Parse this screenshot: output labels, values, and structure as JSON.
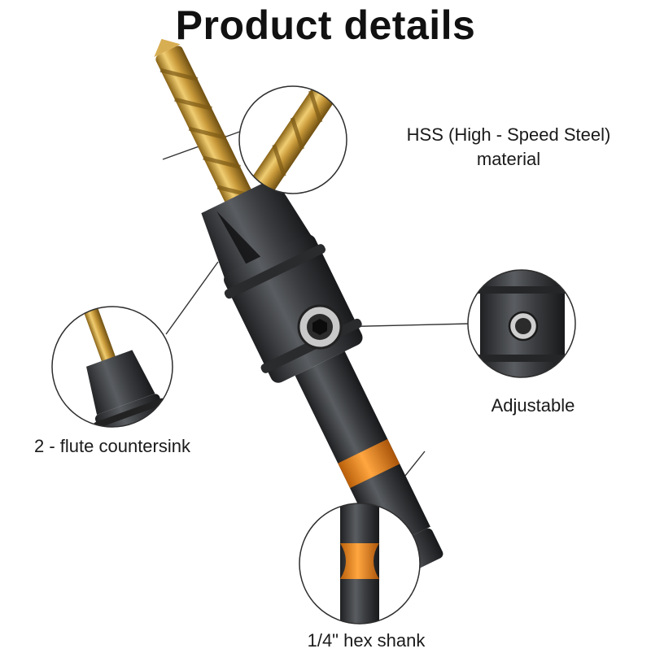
{
  "header": {
    "title": "Product details"
  },
  "callouts": {
    "material": {
      "line1": "HSS (High - Speed Steel)",
      "line2": "material"
    },
    "adjustable": {
      "label": "Adjustable"
    },
    "countersink": {
      "label": "2 - flute countersink"
    },
    "shank": {
      "label": "1/4\" hex shank"
    }
  },
  "colors": {
    "drill_gold": "#c99a3a",
    "body_dark": "#3a3c3f",
    "shank_orange": "#f08a1e",
    "callout_line": "#333333"
  },
  "icons": {
    "main": "countersink-drill-bit-image",
    "zoom_tip": "drill-tip-zoom-image",
    "zoom_collar": "collar-screw-zoom-image",
    "zoom_flute": "countersink-flute-zoom-image",
    "zoom_shank": "hex-shank-zoom-image"
  }
}
